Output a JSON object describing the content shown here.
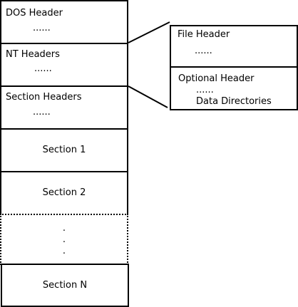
{
  "left_column": {
    "dos_header": {
      "title": "DOS Header",
      "detail": "......"
    },
    "nt_headers": {
      "title": "NT Headers",
      "detail": "......"
    },
    "section_headers": {
      "title": "Section Headers",
      "detail": "......"
    },
    "section_1": {
      "title": "Section 1"
    },
    "section_2": {
      "title": "Section 2"
    },
    "ellipsis": {
      "dot1": ".",
      "dot2": ".",
      "dot3": "."
    },
    "section_n": {
      "title": "Section N"
    }
  },
  "right_column": {
    "file_header": {
      "title": "File Header",
      "detail": "......"
    },
    "optional_header": {
      "title": "Optional Header",
      "detail": "......",
      "sub": "Data Directories"
    }
  }
}
